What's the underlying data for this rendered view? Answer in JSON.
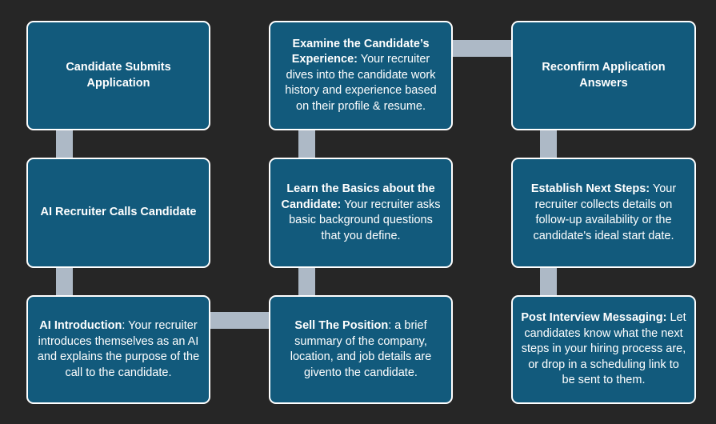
{
  "colors": {
    "background": "#262626",
    "box_fill": "#125a7c",
    "box_border": "#ffffff",
    "connector": "#adb9c6",
    "text": "#ffffff"
  },
  "steps": [
    {
      "title": "Candidate Submits Application",
      "body": ""
    },
    {
      "title": "AI Recruiter Calls Candidate",
      "body": ""
    },
    {
      "title": "AI Introduction",
      "body": ": Your recruiter introduces themselves as an AI and explains the purpose of the call to the candidate."
    },
    {
      "title": "Sell The Position",
      "body": ": a brief summary of the company, location, and job details are givento the candidate."
    },
    {
      "title": "Learn the Basics about the Candidate:",
      "body": " Your recruiter asks basic background questions that you define."
    },
    {
      "title": "Examine the Candidate’s Experience:",
      "body": " Your recruiter dives into the candidate work history and experience based on their profile & resume."
    },
    {
      "title": "Reconfirm Application Answers",
      "body": ""
    },
    {
      "title": "Establish Next Steps:",
      "body": " Your recruiter collects details on follow-up availability or the candidate's ideal start date."
    },
    {
      "title": "Post Interview Messaging:",
      "body": " Let candidates know what the next steps in your hiring process are, or drop in a scheduling link to be sent to them."
    }
  ]
}
